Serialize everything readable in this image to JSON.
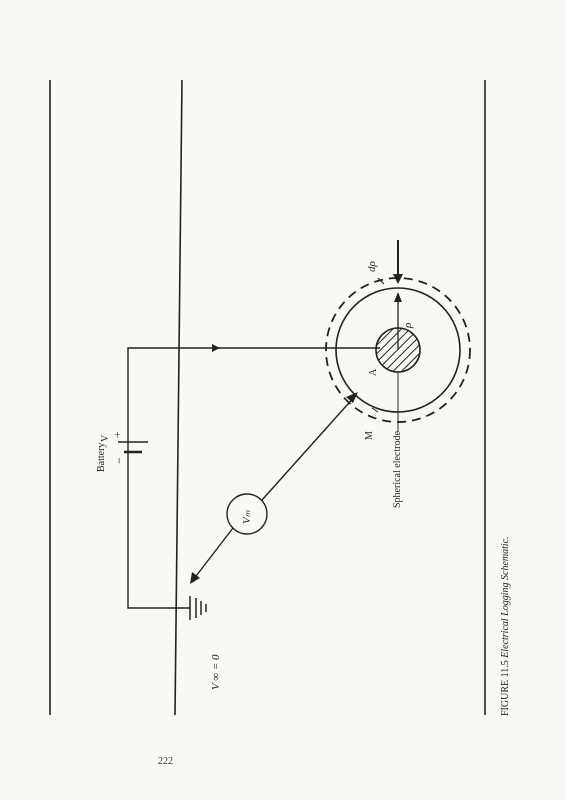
{
  "page": {
    "number": "222"
  },
  "figure": {
    "caption": "FIGURE 11.5 Electrical Logging Schematic.",
    "caption_prefix": "FIGURE 11.5",
    "caption_title": "Electrical Logging Schematic.",
    "labels": {
      "battery": "Battery",
      "battery_voltage": "V",
      "minus": "−",
      "plus": "+",
      "meter": "Vₘ",
      "ground": "V ∞ = 0",
      "point_a": "A",
      "point_m": "M",
      "electrode": "Spherical electrode",
      "rho": "ρ",
      "d_rho": "dρ"
    }
  }
}
